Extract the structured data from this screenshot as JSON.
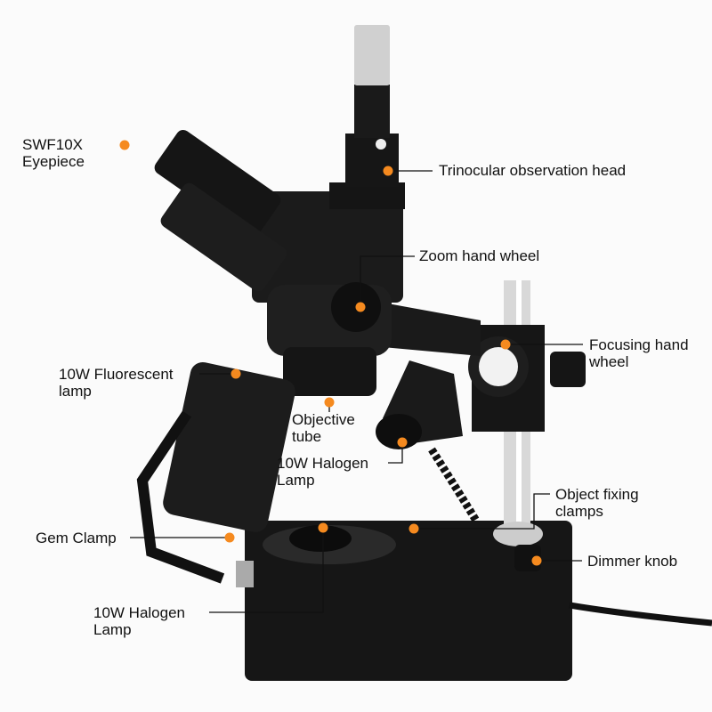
{
  "colors": {
    "dot": "#f58a1f",
    "body": "#1a1a1a",
    "line": "#111111",
    "background": "#fbfbfb"
  },
  "labels": {
    "eyepiece": [
      "SWF10X",
      "Eyepiece"
    ],
    "trinocular": "Trinocular observation head",
    "zoom_wheel": "Zoom hand wheel",
    "focusing_wheel": [
      "Focusing hand",
      "wheel"
    ],
    "fluorescent_lamp": [
      "10W Fluorescent",
      "lamp"
    ],
    "objective_tube": [
      "Objective",
      "tube"
    ],
    "halogen_top": [
      "10W Halogen",
      "Lamp"
    ],
    "fixing_clamps": [
      "Object fixing",
      "clamps"
    ],
    "gem_clamp": "Gem Clamp",
    "dimmer_knob": "Dimmer knob",
    "halogen_bottom": [
      "10W Halogen",
      "Lamp"
    ]
  }
}
